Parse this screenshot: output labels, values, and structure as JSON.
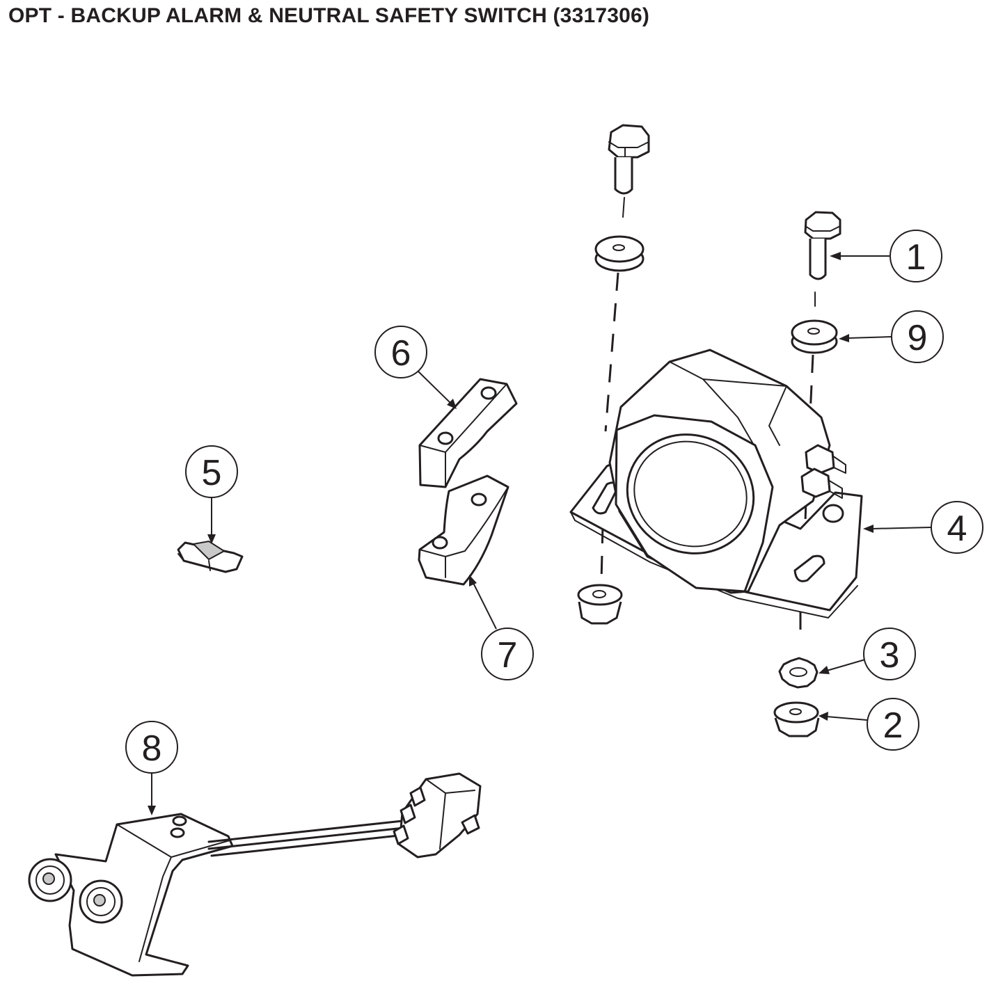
{
  "title": "OPT - BACKUP ALARM & NEUTRAL SAFETY SWITCH (3317306)",
  "callouts": [
    {
      "id": "1",
      "label": "1"
    },
    {
      "id": "2",
      "label": "2"
    },
    {
      "id": "3",
      "label": "3"
    },
    {
      "id": "4",
      "label": "4"
    },
    {
      "id": "5",
      "label": "5"
    },
    {
      "id": "6",
      "label": "6"
    },
    {
      "id": "7",
      "label": "7"
    },
    {
      "id": "8",
      "label": "8"
    },
    {
      "id": "9",
      "label": "9"
    }
  ],
  "colors": {
    "line": "#231f20",
    "background": "#ffffff",
    "shade": "#c9c9c9"
  }
}
